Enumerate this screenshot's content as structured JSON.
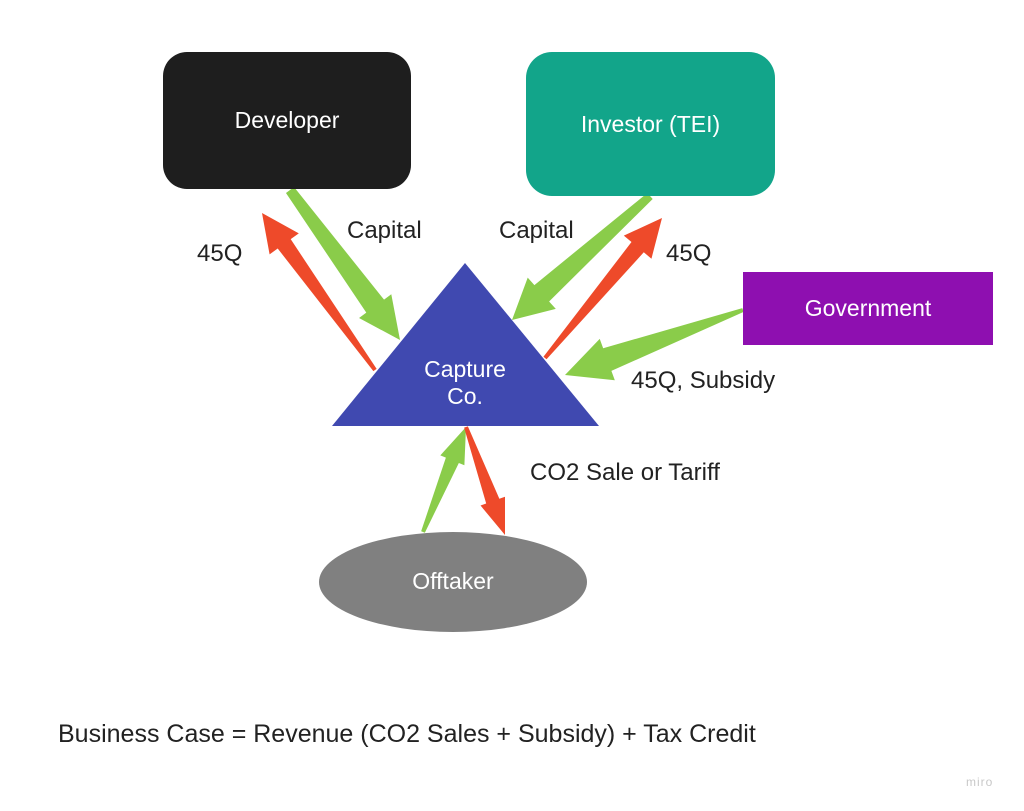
{
  "nodes": {
    "developer": "Developer",
    "investor": "Investor (TEI)",
    "government": "Government",
    "capture_line1": "Capture",
    "capture_line2": "Co.",
    "offtaker": "Offtaker"
  },
  "labels": {
    "dev_capital": "Capital",
    "dev_45q": "45Q",
    "inv_capital": "Capital",
    "inv_45q": "45Q",
    "gov_flow": "45Q, Subsidy",
    "offtaker_flow": "CO2 Sale or Tariff"
  },
  "colors": {
    "developer": "#1e1e1e",
    "investor": "#12a58a",
    "government": "#8e0fb0",
    "capture": "#4049b0",
    "offtaker": "#808080",
    "green_arrow": "#8acc4a",
    "red_arrow": "#ee4a2a"
  },
  "footer": "Business Case = Revenue (CO2 Sales + Subsidy) + Tax Credit",
  "watermark": "miro"
}
